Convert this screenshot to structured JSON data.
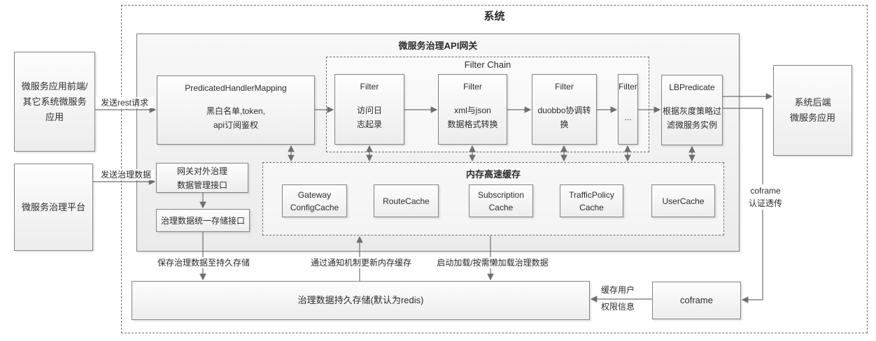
{
  "titles": {
    "system": "系统",
    "gateway": "微服务治理API网关",
    "filter_chain": "Filter Chain",
    "cache": "内存高速缓存"
  },
  "nodes": {
    "frontend": "微服务应用前端/\n其它系统微服务\n应用",
    "platform": "微服务治理平台",
    "phm_title": "PredicatedHandlerMapping",
    "phm_body": "黑白名单,token,\napi订阅鉴权",
    "filter1_title": "Filter",
    "filter1_body": "访问日\n志起录",
    "filter2_title": "Filter",
    "filter2_body": "xml与json\n数据格式转换",
    "filter3_title": "Filter",
    "filter3_body": "duobbo协调转\n换",
    "filter4_title": "Filter",
    "filter4_body": "...",
    "lbp_title": "LBPredicate",
    "lbp_body": "根据灰度策略过\n滤微服务实例",
    "backend": "系统后端\n微服务应用",
    "gw_admin_api": "网关对外治理\n数据管理接口",
    "storage_api": "治理数据统一存储接口",
    "cache1": "Gateway\nConfigCache",
    "cache2": "RouteCache",
    "cache3": "Subscription\nCache",
    "cache4": "TrafficPolicy\nCache",
    "cache5": "UserCache",
    "persist": "治理数据持久存储(默认为redis)",
    "coframe": "coframe"
  },
  "edges": {
    "send_rest": "发送rest请求",
    "send_gov": "发送治理数据",
    "save_persist": "保存治理数据至持久存储",
    "notify_update": "通过通知机制更新内存缓存",
    "load_on_start": "启动加载/按需懒加载治理数据",
    "cache_user": "缓存用户\n权限信息",
    "coframe_auth": "coframe\n认证透传"
  },
  "colors": {
    "line": "#6f6f6f",
    "dashed_border": "#6e6e6e",
    "node_border": "#828282",
    "text": "#2b2b2b"
  }
}
